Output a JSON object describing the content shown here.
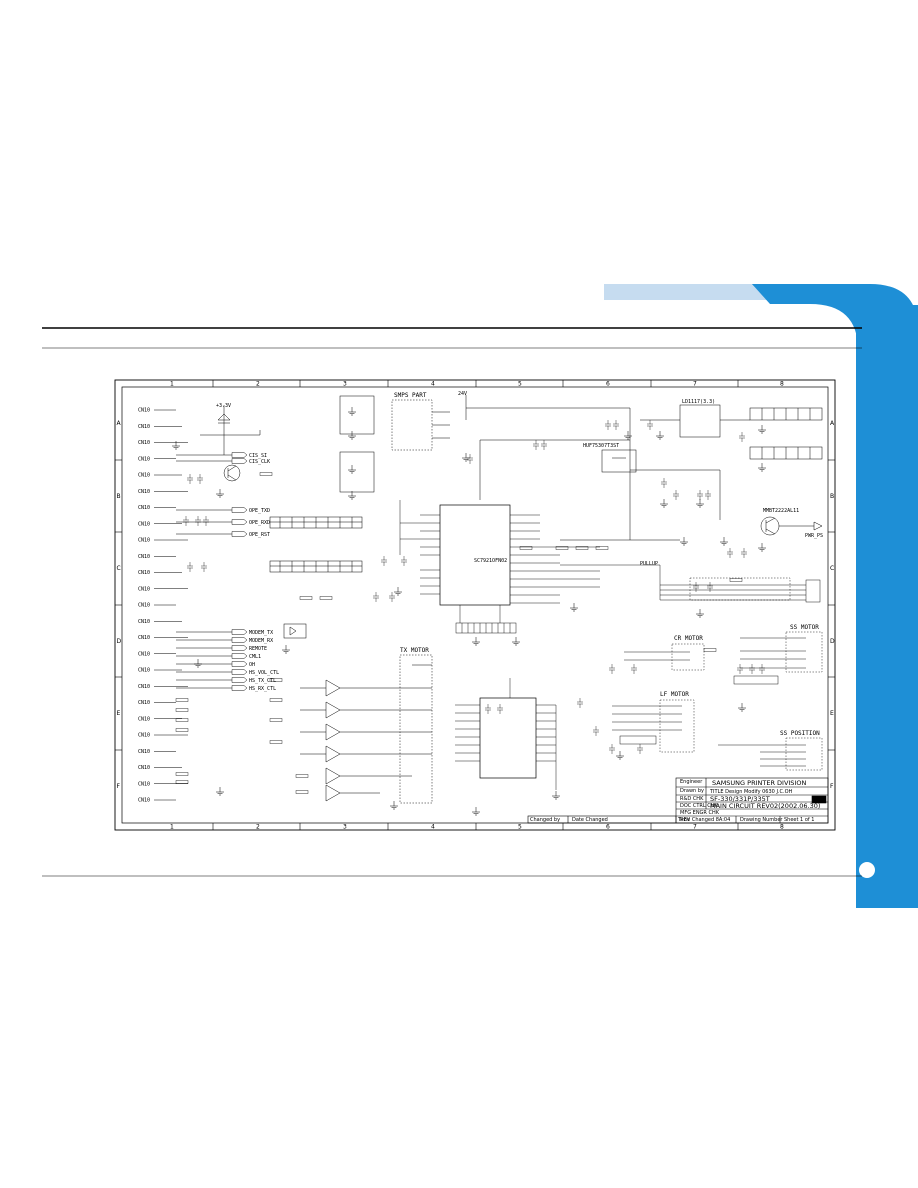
{
  "colors": {
    "accent_blue": "#1e8fd6",
    "tab_light_blue": "#c6dcf0",
    "rule": "#000000"
  },
  "frame": {
    "columns": [
      "1",
      "2",
      "3",
      "4",
      "5",
      "6",
      "7",
      "8"
    ],
    "rows": [
      "A",
      "B",
      "C",
      "D",
      "E",
      "F"
    ]
  },
  "blocks": {
    "smps_part": "SMPS PART",
    "tx_motor": "TX MOTOR",
    "cr_motor": "CR MOTOR",
    "lf_motor": "LF MOTOR",
    "ss_motor": "SS MOTOR",
    "ss_position": "SS POSITION"
  },
  "labels": {
    "u2": "SC7921OFN02",
    "u1": "LD1117(3.3)",
    "q2": "HUF75307T3ST",
    "q1": "MMBT2222AL11",
    "v24": "24V",
    "v33": "+3.3V",
    "pickup": "PULLUP",
    "pwr_ps": "PWR_PS"
  },
  "connector_left": [
    "CN10",
    "CN10",
    "CN10",
    "CN10",
    "CN10",
    "CN10",
    "CN10",
    "CN10",
    "CN10",
    "CN10",
    "CN10",
    "CN10",
    "CN10",
    "CN10",
    "CN10",
    "CN10",
    "CN10",
    "CN10",
    "CN10",
    "CN10",
    "CN10",
    "CN10",
    "CN10",
    "CN10",
    "CN10"
  ],
  "signals_left": [
    "CIS_SI",
    "CIS_CLK",
    "OPE_TXD",
    "OPE_RXD",
    "OPE_RST",
    "MODEM_TX",
    "MODEM_RX",
    "REMOTE",
    "CML1",
    "OH",
    "HS_VOL_CTL",
    "HS_TX_CTL",
    "HS_RX_CTL"
  ],
  "title_block": {
    "engineer": "Engineer",
    "drawn_by": "Drawn by",
    "r_and_d_chk": "R&D CHK",
    "doc_ctrl_chk": "DOC CTRL CHK",
    "mfg_engr_chk": "MFG ENGR CHK",
    "division": "SAMSUNG PRINTER DIVISION",
    "title_line": "TITLE Design Modify 0630 J.C.OH",
    "model": "SF-330/331P/335T",
    "circuit": "MAIN CIRCUIT REV02(2002.06.30)",
    "rev": "REV",
    "drawing_number": "Drawing Number",
    "sheet": "Sheet 1 of 1",
    "changed_by": "Changed by",
    "date_changed": "Date Changed",
    "time_changed": "Time Changed 8A:04"
  }
}
